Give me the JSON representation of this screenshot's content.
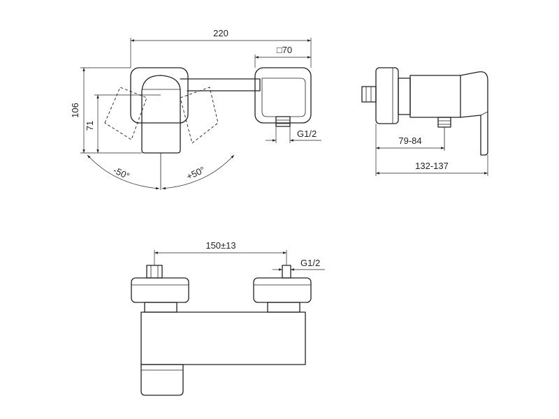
{
  "dimensions": {
    "width_220": "220",
    "square_70": "□70",
    "height_106": "106",
    "height_71": "71",
    "angle_minus_50": "-50°",
    "angle_plus_50": "+50°",
    "thread_top": "G1/2",
    "depth_79_84": "79-84",
    "depth_132_137": "132-137",
    "spacing_150": "150±13",
    "thread_bottom": "G1/2"
  }
}
